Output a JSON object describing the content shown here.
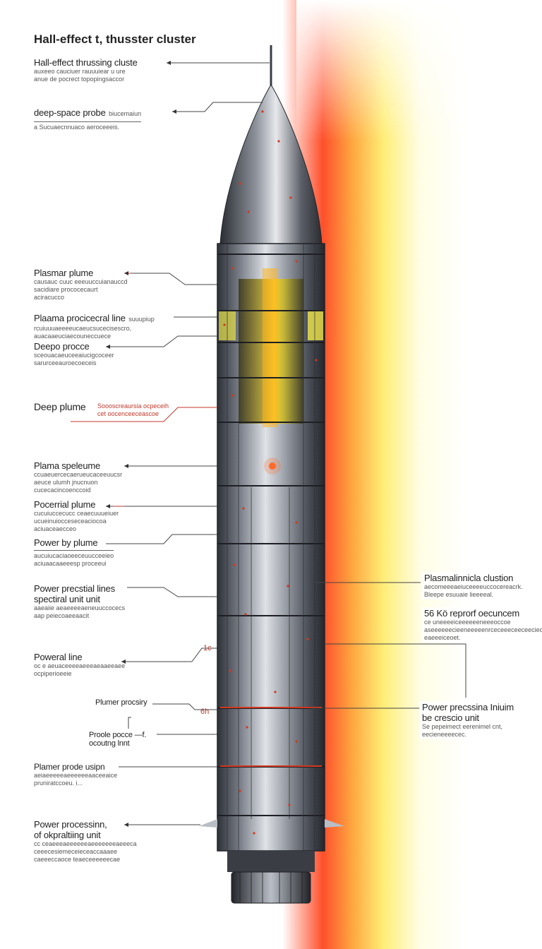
{
  "title": "Hall-effect t, thusster cluster",
  "labels": {
    "l1": {
      "title": "Hall-effect thrussing cluste",
      "sub": [
        "auxeeo cauciuer rauuuiear u ure",
        "anue de pocrect topopingsaccor"
      ]
    },
    "l2": {
      "title": "deep-space probe",
      "side": "biucemaiun",
      "sub": [
        "a Sucuaecnnuaco aeroceeeis."
      ]
    },
    "l3": {
      "title": "Plasmar plume",
      "sub": [
        "causauc cuuc eeeuuccuianauccd",
        "sacidiare prococecaurt",
        "aciracucco"
      ]
    },
    "l4": {
      "title": "Plaama procicecral line",
      "side": "suuupiup",
      "sub": [
        "rcuiuuuaeeeeucaeucsucecisescro,",
        "auacaaeuciaecouneccuece"
      ]
    },
    "l5": {
      "title": "Deepo procce",
      "sub": [
        "sceouacaeuceeaiucigcoceer",
        "sarurceeauroecoeceis"
      ]
    },
    "l6": {
      "title": "Deep plume",
      "side1": "Soooscreaursia ocpeceih",
      "side2": "cet oocenceeceascoe"
    },
    "l7": {
      "title": "Plama speleume",
      "sub": [
        "ccuaeuercecaerueucaceeuucsr",
        "aeuce ulumh jnucnuon",
        "cucecacincoenccoid"
      ]
    },
    "l8": {
      "title": "Pocerrial plume",
      "sub": [
        "cucuiuccecucc ceaecuuueiuer",
        "ucueinuiocceseceaciocoa",
        "aciuaceaecceo"
      ]
    },
    "l9": {
      "title": "Power by plume",
      "sub": [
        "aucuiucaciaoeeceuucceeieo",
        "aciuaacaaeeesp proceeui"
      ]
    },
    "l10": {
      "title": "Power precstial lines",
      "title2": "spectiral unit unit",
      "sub": [
        "aaeaiie aeaeeeeaeneuuccocecs",
        "aap peiecoaeeaacit"
      ]
    },
    "l11": {
      "title": "Poweral line",
      "sub": [
        "oc e aeuaceeeeaeeeaeaaeeaee",
        "ocpiperioeeie"
      ]
    },
    "l12": {
      "title": "Plumer procsiry"
    },
    "l13": {
      "title": "Proole pocce —f.",
      "title2": "ocoutng lnnt"
    },
    "l14": {
      "title": "Plamer prode usipn",
      "sub": [
        "aeiaeeeeeaeeeeeeaaceeaice",
        "pruniratccoeu. i..."
      ]
    },
    "l15": {
      "title": "Power processinn,",
      "title2": "of okpraltiing unit",
      "sub": [
        "cc ceaeeeaeeeeeeaeeeeeeeaeeeca",
        "ceeecesiemeceieceaccaaaee",
        "caeeeccaoce teaeceeeeeecae"
      ]
    },
    "r1": {
      "title": "Plasmalinnicla clustion",
      "sub": [
        "aecomeeeaeiuceeeeuccocereacrk.",
        "Bleepe esuuaie lieeeeal."
      ]
    },
    "r2": {
      "title": "56 Kö reprorf oecuncem",
      "sub": [
        "ce uneeeeiceeeeeeneeeoccoe",
        "aseeeeeecieeneeeeenrceceeeceeceecieon",
        "eaeeeiceoet."
      ]
    },
    "r3": {
      "title": "Power precssina Iniuim",
      "title2": "be crescio unit",
      "sub": [
        "Se pepeimect eerenimel cnt,",
        "eecieneeeecec."
      ]
    },
    "tags": {
      "t1": "1c",
      "t2": "6h"
    }
  },
  "colors": {
    "hull": "#8a8f99",
    "hull_dark": "#3c4048",
    "accent_red": "#d4381e",
    "plasma_yellow": "#ffe23a"
  }
}
